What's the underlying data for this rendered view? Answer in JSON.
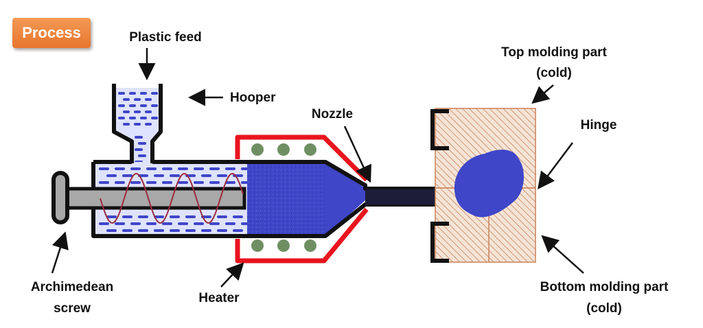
{
  "badge": {
    "label": "Process"
  },
  "labels": {
    "plastic_feed": "Plastic feed",
    "hooper": "Hooper",
    "nozzle": "Nozzle",
    "top_molding_1": "Top molding part",
    "top_molding_2": "(cold)",
    "hinge": "Hinge",
    "archimedean_1": "Archimedean",
    "archimedean_2": "screw",
    "heater": "Heater",
    "bottom_molding_1": "Bottom molding part",
    "bottom_molding_2": "(cold)"
  },
  "colors": {
    "badge": "#e8752e",
    "plastic": "#3f46c8",
    "heater_outline": "#e8141e",
    "heater_coil": "#6f8f63",
    "mold_hatch": "#c9825a",
    "screw": "#a8a8a8",
    "screw_wave": "#9c2a3c"
  }
}
